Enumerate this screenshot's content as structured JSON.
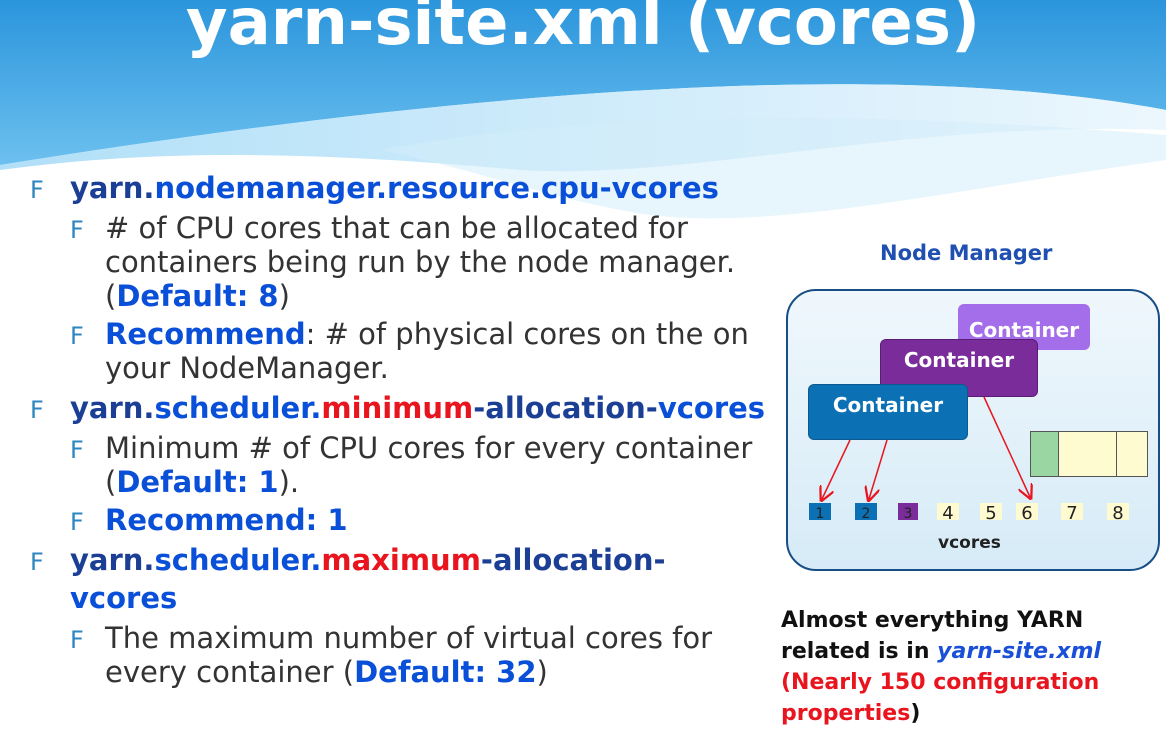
{
  "title": "yarn-site.xml (vcores)",
  "bullet_marker": "F",
  "bullets": [
    {
      "parts": [
        "yarn.",
        "nodemanager.resource.cpu-",
        "vcores"
      ],
      "subs": [
        {
          "text": "# of CPU cores that can be allocated for containers being run by the node manager. (",
          "default": "Default: 8",
          "close": ")"
        },
        {
          "lead": "Recommend",
          "text": ": # of physical cores on the on your NodeManager."
        }
      ]
    },
    {
      "parts": [
        "yarn.",
        "scheduler.",
        "minimum",
        "-allocation-",
        "vcores"
      ],
      "subs": [
        {
          "text": "Minimum # of CPU cores for every container (",
          "default": "Default: 1",
          "close": ")."
        },
        {
          "lead": "Recommend: 1"
        }
      ]
    },
    {
      "parts": [
        "yarn.",
        "scheduler.",
        "maximum",
        "-allocation-",
        "vcores"
      ],
      "subs": [
        {
          "text": "The maximum number of virtual cores for every container (",
          "default": "Default: 32",
          "close": ")"
        }
      ]
    }
  ],
  "diagram": {
    "label": "Node Manager",
    "containers": [
      "Container",
      "Container",
      "Container"
    ],
    "vcore_numbers": [
      "1",
      "2",
      "3",
      "4",
      "5",
      "6",
      "7",
      "8"
    ],
    "axis_label": "vcores",
    "colors": {
      "box_border": "#174e85",
      "c1": "#a46dea",
      "c2": "#7b2c9b",
      "c3": "#0b71b4",
      "cell": "#fffbd0",
      "green": "#9ad6a1"
    }
  },
  "note": {
    "line1": "Almost everything YARN",
    "line2a": "related is in ",
    "line2b": "yarn-site.xml",
    "line3": "(Nearly 150 configuration",
    "line4a": "properties",
    "line4b": ")"
  }
}
